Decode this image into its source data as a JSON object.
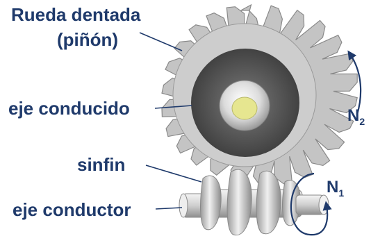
{
  "labels": {
    "gear_line1": "Rueda dentada",
    "gear_line2": "(piñón)",
    "driven_shaft": "eje conducido",
    "worm": "sinfin",
    "driving_shaft": "eje conductor",
    "n2_main": "N",
    "n2_sub": "2",
    "n1_main": "N",
    "n1_sub": "1"
  },
  "colors": {
    "label_text": "#1f3a6b",
    "leader_lines": "#1f3a6b",
    "gear_body": "#c4c4c4",
    "gear_dark": "#5a5a5a",
    "hub": "#e8e8e8",
    "shaft_tip": "#e6e690",
    "worm_body": "#d4d4d4"
  }
}
